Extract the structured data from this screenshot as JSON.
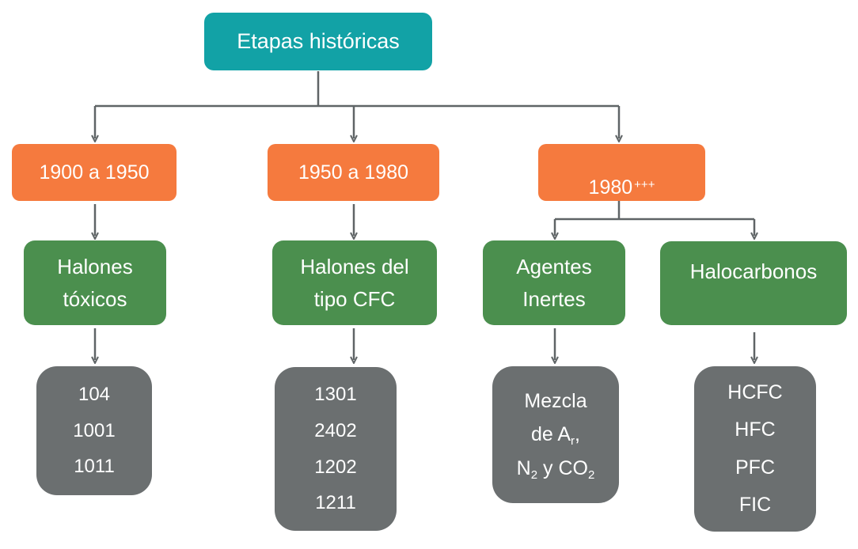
{
  "root": {
    "label": "Etapas históricas"
  },
  "periods": [
    {
      "label": "1900 a 1950"
    },
    {
      "label": "1950 a 1980"
    },
    {
      "label": "1980",
      "suffix": "+++"
    }
  ],
  "categories": [
    {
      "label": "Halones\ntóxicos"
    },
    {
      "label": "Halones del\ntipo CFC"
    },
    {
      "label": "Agentes\nInertes"
    },
    {
      "label": "Halocarbonos"
    }
  ],
  "examples": [
    {
      "items": [
        "104",
        "1001",
        "1011"
      ]
    },
    {
      "items": [
        "1301",
        "2402",
        "1202",
        "1211"
      ]
    },
    {
      "line1": "Mezcla",
      "line2_prefix": "de A",
      "line2_sub": "r",
      "line2_suffix": ",",
      "line3_a": "N",
      "line3_a_sub": "2",
      "line3_mid": " y CO",
      "line3_b_sub": "2"
    },
    {
      "items": [
        "HCFC",
        "HFC",
        "PFC",
        "FIC"
      ]
    }
  ],
  "colors": {
    "root": "#12a2a6",
    "period": "#f57a3e",
    "category": "#4b8f4e",
    "example": "#6b6f70",
    "connector": "#5f6466"
  }
}
